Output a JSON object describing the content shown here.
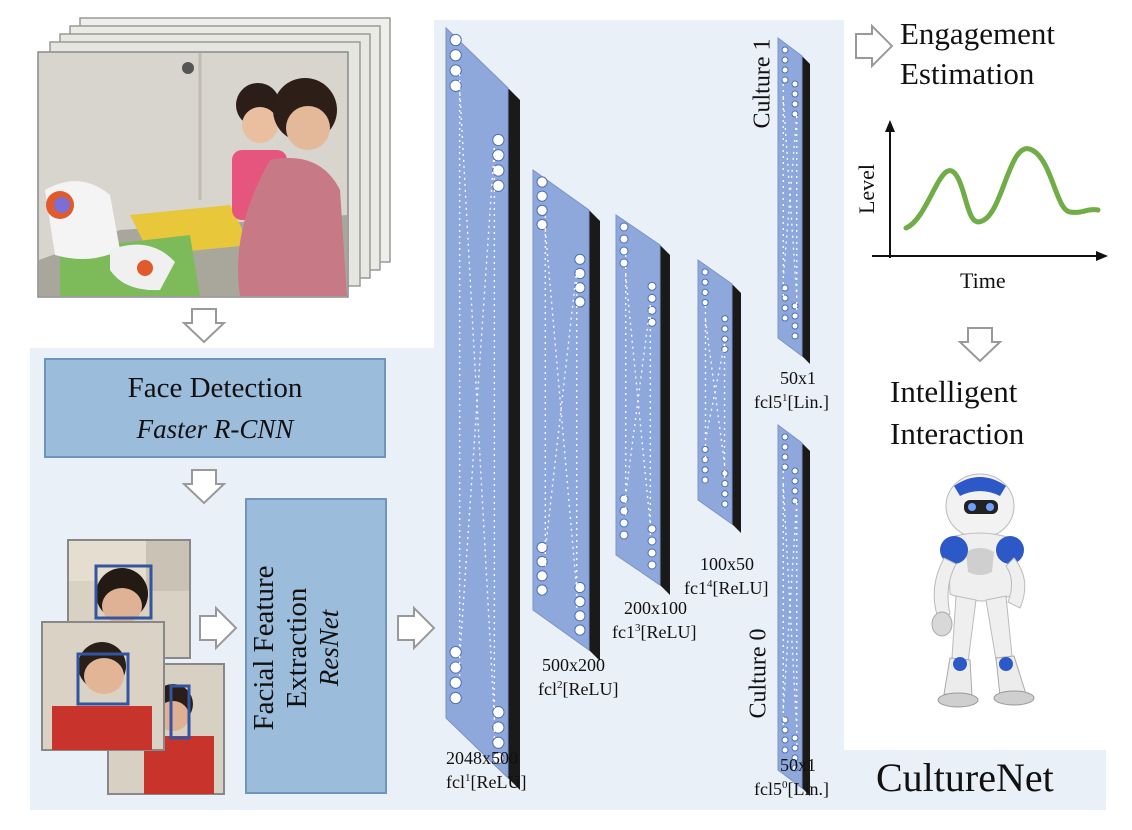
{
  "pipeline": {
    "face_detection": {
      "title": "Face Detection",
      "subtitle": "Faster R-CNN"
    },
    "feature_extraction": {
      "title_line1": "Facial Feature",
      "title_line2": "Extraction",
      "subtitle": "ResNet"
    }
  },
  "layers": [
    {
      "size": "2048x500",
      "name_base": "fcl",
      "sup": "1",
      "act": "[ReLU]"
    },
    {
      "size": "500x200",
      "name_base": "fcl",
      "sup": "2",
      "act": "[ReLU]"
    },
    {
      "size": "200x100",
      "name_base": "fc1",
      "sup": "3",
      "act": "[ReLU]"
    },
    {
      "size": "100x50",
      "name_base": "fc1",
      "sup": "4",
      "act": "[ReLU]"
    },
    {
      "size": "50x1",
      "name_base": "fcl5",
      "sup": "1",
      "act": "[Lin.]"
    },
    {
      "size": "50x1",
      "name_base": "fcl5",
      "sup": "0",
      "act": "[Lin.]"
    }
  ],
  "cultures": {
    "top": "Culture 1",
    "bottom": "Culture 0"
  },
  "engagement": {
    "line1": "Engagement",
    "line2": "Estimation"
  },
  "engagement_chart": {
    "ylabel": "Level",
    "xlabel": "Time",
    "line_color": "#70ad47"
  },
  "interaction": {
    "line1": "Intelligent",
    "line2": "Interaction"
  },
  "brand": "CultureNet",
  "colors": {
    "panel": "#eaf0f8",
    "box_fill": "#9cbcdc",
    "box_border": "#6f95bd",
    "layer_face": "#8fa8dc",
    "layer_side": "#1a1a1a",
    "face_box": "#3355a0"
  },
  "icons": [
    "down-arrow-icon",
    "right-arrow-icon",
    "robot-icon"
  ]
}
